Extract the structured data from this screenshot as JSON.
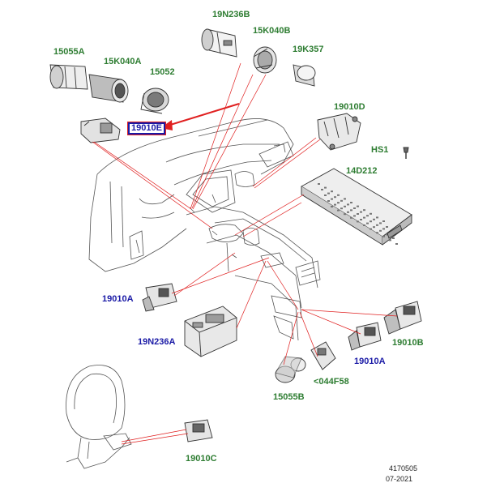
{
  "diagram": {
    "callouts": [
      {
        "id": "19n236b",
        "text": "19N236B",
        "color": "green"
      },
      {
        "id": "15k040b",
        "text": "15K040B",
        "color": "green"
      },
      {
        "id": "15055a",
        "text": "15055A",
        "color": "green"
      },
      {
        "id": "15k040a",
        "text": "15K040A",
        "color": "green"
      },
      {
        "id": "19k357",
        "text": "19K357",
        "color": "green"
      },
      {
        "id": "15052",
        "text": "15052",
        "color": "green"
      },
      {
        "id": "19010e",
        "text": "19010E",
        "color": "blue",
        "highlighted": true
      },
      {
        "id": "19010d",
        "text": "19010D",
        "color": "green"
      },
      {
        "id": "hs1",
        "text": "HS1",
        "color": "green"
      },
      {
        "id": "14d212",
        "text": "14D212",
        "color": "green"
      },
      {
        "id": "19010a-left",
        "text": "19010A",
        "color": "blue"
      },
      {
        "id": "19n236a",
        "text": "19N236A",
        "color": "blue"
      },
      {
        "id": "19010b",
        "text": "19010B",
        "color": "green"
      },
      {
        "id": "19010a-right",
        "text": "19010A",
        "color": "blue"
      },
      {
        "id": "044f58",
        "text": "<044F58",
        "color": "green"
      },
      {
        "id": "15055b",
        "text": "15055B",
        "color": "green"
      },
      {
        "id": "19010c",
        "text": "19010C",
        "color": "green"
      }
    ],
    "footer": {
      "ref_number": "4170505",
      "date": "07-2021"
    },
    "colors": {
      "callout_green": "#2e7d32",
      "callout_blue": "#1a1aa6",
      "leader_red": "#e02020",
      "line_art": "#555555"
    }
  }
}
